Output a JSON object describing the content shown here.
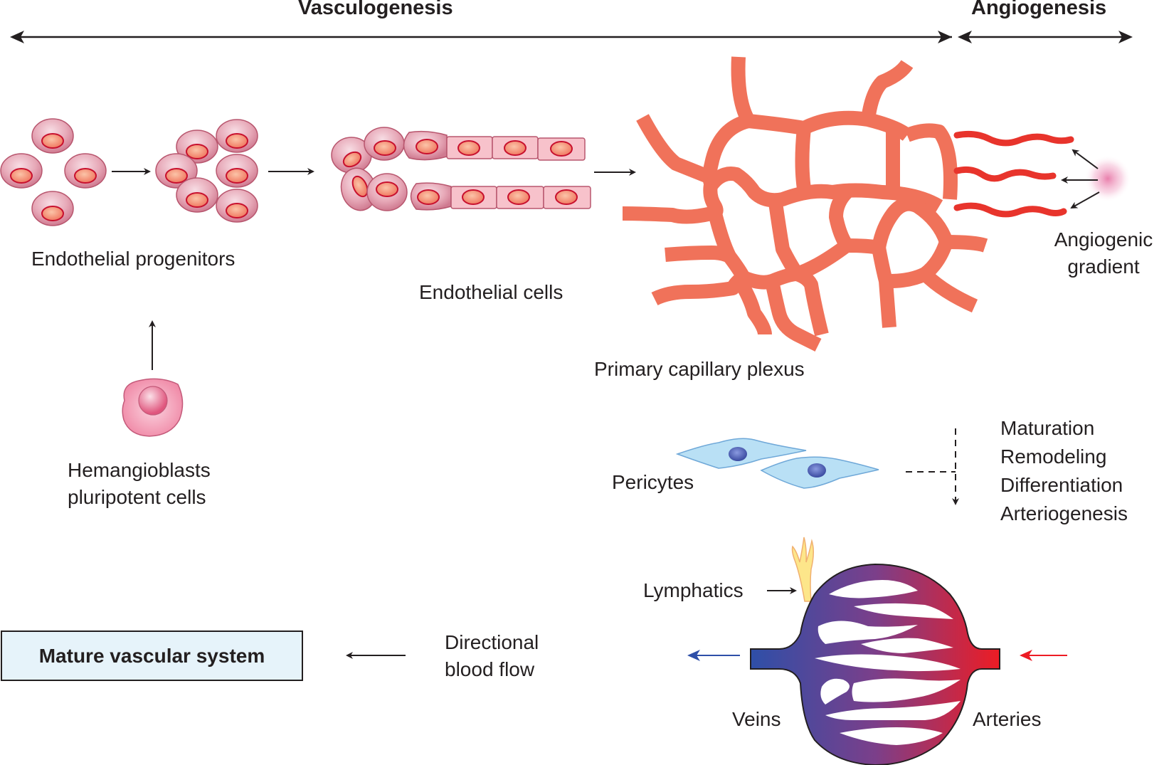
{
  "diagram": {
    "title_left": "Vasculogenesis",
    "title_right": "Angiogenesis",
    "labels": {
      "endothelial_progenitors": "Endothelial progenitors",
      "endothelial_cells": "Endothelial cells",
      "primary_capillary_plexus": "Primary capillary plexus",
      "angiogenic_gradient_line1": "Angiogenic",
      "angiogenic_gradient_line2": "gradient",
      "hemangioblasts_line1": "Hemangioblasts",
      "hemangioblasts_line2": "pluripotent cells",
      "pericytes": "Pericytes",
      "maturation_steps": [
        "Maturation",
        "Remodeling",
        "Differentiation",
        "Arteriogenesis"
      ],
      "lymphatics": "Lymphatics",
      "veins": "Veins",
      "arteries": "Arteries",
      "directional_line1": "Directional",
      "directional_line2": "blood flow",
      "mature_vascular_system": "Mature vascular system"
    },
    "colors": {
      "cell_body": "#d98a9c",
      "cell_nucleus": "#f07f6e",
      "nucleus_outline": "#c8102e",
      "plexus": "#f0725a",
      "sprout": "#e8342c",
      "gradient_spot": "#e879a8",
      "pericyte": "#b9e0f5",
      "pericyte_nucleus": "#4a5ab0",
      "vein": "#2e4fa8",
      "artery": "#ed1c24",
      "lymphatic": "#fde68a",
      "mature_box_bg": "#e6f3fa"
    }
  }
}
